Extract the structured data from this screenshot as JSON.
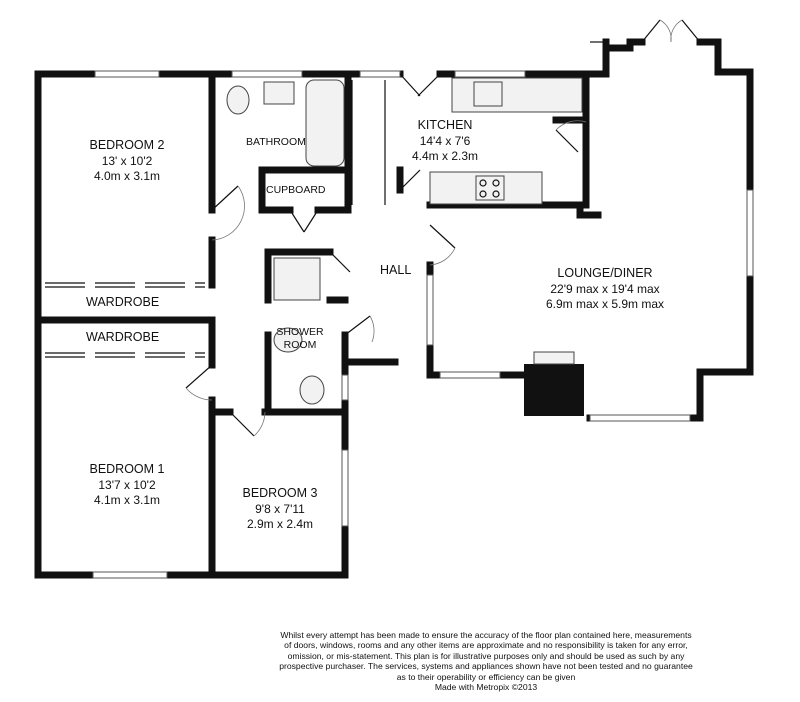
{
  "rooms": {
    "bedroom2": {
      "name": "BEDROOM 2",
      "dim_imperial": "13' x 10'2",
      "dim_metric": "4.0m x 3.1m"
    },
    "bathroom": {
      "name": "BATHROOM"
    },
    "kitchen": {
      "name": "KITCHEN",
      "dim_imperial": "14'4 x 7'6",
      "dim_metric": "4.4m x 2.3m"
    },
    "cupboard": {
      "name": "CUPBOARD"
    },
    "hall": {
      "name": "HALL"
    },
    "lounge": {
      "name": "LOUNGE/DINER",
      "dim_imperial": "22'9 max x 19'4 max",
      "dim_metric": "6.9m max x 5.9m max"
    },
    "wardrobe_top": {
      "name": "WARDROBE"
    },
    "wardrobe_bottom": {
      "name": "WARDROBE"
    },
    "shower": {
      "name_line1": "SHOWER",
      "name_line2": "ROOM"
    },
    "bedroom1": {
      "name": "BEDROOM 1",
      "dim_imperial": "13'7 x 10'2",
      "dim_metric": "4.1m x 3.1m"
    },
    "bedroom3": {
      "name": "BEDROOM 3",
      "dim_imperial": "9'8 x 7'11",
      "dim_metric": "2.9m x 2.4m"
    }
  },
  "disclaimer": {
    "line1": "Whilst every attempt has been made to ensure the accuracy of the floor plan contained here, measurements",
    "line2": "of doors, windows, rooms and any other items are approximate and no responsibility is taken for any error,",
    "line3": "omission, or mis-statement. This plan is for illustrative purposes only and should be used as such by any",
    "line4": "prospective purchaser. The services, systems and appliances shown have not been tested and no guarantee",
    "line5": "as to their operability or efficiency can be given",
    "line6": "Made with Metropix ©2013"
  }
}
